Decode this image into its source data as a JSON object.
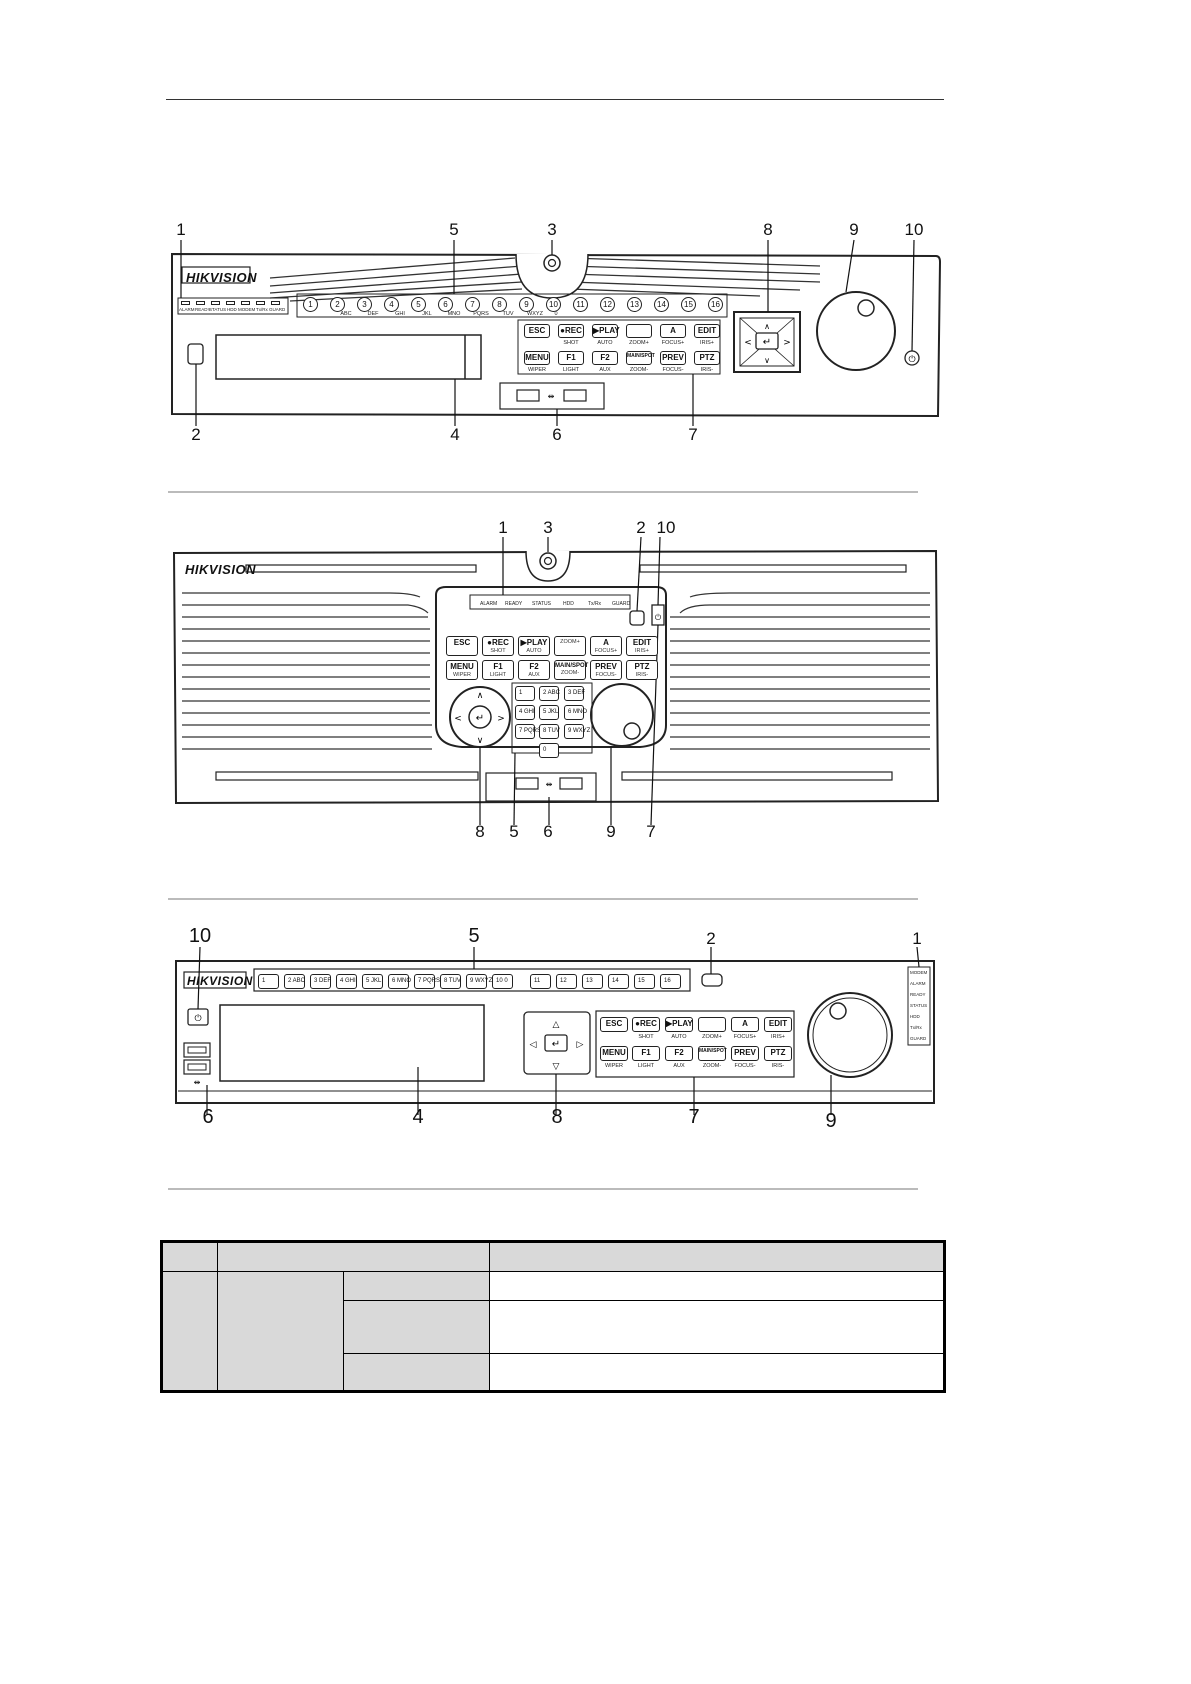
{
  "brand": "HIKVISION",
  "figure1": {
    "callouts": [
      "1",
      "5",
      "3",
      "8",
      "9",
      "10",
      "2",
      "4",
      "6",
      "7"
    ],
    "led_labels": [
      "ALARM",
      "READY",
      "STATUS",
      "HDD",
      "MODEM",
      "Tx/Rx",
      "GUARD"
    ],
    "channel_numbers": [
      "1",
      "2",
      "3",
      "4",
      "5",
      "6",
      "7",
      "8",
      "9",
      "10",
      "11",
      "12",
      "13",
      "14",
      "15",
      "16"
    ],
    "channel_sublabels": [
      "ABC",
      "DEF",
      "GHI",
      "JKL",
      "MNO",
      "PQRS",
      "TUV",
      "WXYZ",
      "0"
    ],
    "buttons_row1": [
      {
        "main": "ESC",
        "sub": ""
      },
      {
        "main": "●REC",
        "sub": "SHOT"
      },
      {
        "main": "▶PLAY",
        "sub": "AUTO"
      },
      {
        "main": "",
        "sub": "ZOOM+"
      },
      {
        "main": "A",
        "sub": "FOCUS+"
      },
      {
        "main": "EDIT",
        "sub": "IRIS+"
      }
    ],
    "buttons_row2": [
      {
        "main": "MENU",
        "sub": "WIPER"
      },
      {
        "main": "F1",
        "sub": "LIGHT"
      },
      {
        "main": "F2",
        "sub": "AUX"
      },
      {
        "main": "MAIN/SPOT",
        "sub": "ZOOM-"
      },
      {
        "main": "PREV",
        "sub": "FOCUS-"
      },
      {
        "main": "PTZ",
        "sub": "IRIS-"
      }
    ]
  },
  "figure2": {
    "callouts_top": [
      "1",
      "3",
      "2",
      "10"
    ],
    "callouts_bottom": [
      "8",
      "5",
      "6",
      "9",
      "7"
    ],
    "led_labels": [
      "ALARM",
      "READY",
      "STATUS",
      "HDD",
      "Tx/Rx",
      "GUARD"
    ],
    "buttons_row1": [
      {
        "main": "ESC",
        "sub": ""
      },
      {
        "main": "●REC",
        "sub": "SHOT"
      },
      {
        "main": "▶PLAY",
        "sub": "AUTO"
      },
      {
        "main": "",
        "sub": "ZOOM+"
      },
      {
        "main": "A",
        "sub": "FOCUS+"
      },
      {
        "main": "EDIT",
        "sub": "IRIS+"
      }
    ],
    "buttons_row2": [
      {
        "main": "MENU",
        "sub": "WIPER"
      },
      {
        "main": "F1",
        "sub": "LIGHT"
      },
      {
        "main": "F2",
        "sub": "AUX"
      },
      {
        "main": "MAIN/SPOT",
        "sub": "ZOOM-"
      },
      {
        "main": "PREV",
        "sub": "FOCUS-"
      },
      {
        "main": "PTZ",
        "sub": "IRIS-"
      }
    ],
    "keypad": [
      "1",
      "2 ABC",
      "3 DEF",
      "4 GHI",
      "5 JKL",
      "6 MNO",
      "7 PQRS",
      "8 TUV",
      "9 WXYZ",
      "0"
    ]
  },
  "figure3": {
    "callouts_top": [
      "10",
      "5",
      "2",
      "1"
    ],
    "callouts_bottom": [
      "6",
      "4",
      "8",
      "7",
      "9"
    ],
    "channel_keys": [
      "1",
      "2 ABC",
      "3 DEF",
      "4 GHI",
      "5 JKL",
      "6 MNO",
      "7 PQRS",
      "8 TUV",
      "9 WXYZ",
      "10 0",
      "11",
      "12",
      "13",
      "14",
      "15",
      "16"
    ],
    "led_labels": [
      "MODEM",
      "ALARM",
      "READY",
      "STATUS",
      "HDD",
      "Tx/Rx",
      "GUARD"
    ],
    "buttons_row1": [
      {
        "main": "ESC",
        "sub": ""
      },
      {
        "main": "●REC",
        "sub": "SHOT"
      },
      {
        "main": "▶PLAY",
        "sub": "AUTO"
      },
      {
        "main": "",
        "sub": "ZOOM+"
      },
      {
        "main": "A",
        "sub": "FOCUS+"
      },
      {
        "main": "EDIT",
        "sub": "IRIS+"
      }
    ],
    "buttons_row2": [
      {
        "main": "MENU",
        "sub": "WIPER"
      },
      {
        "main": "F1",
        "sub": "LIGHT"
      },
      {
        "main": "F2",
        "sub": "AUX"
      },
      {
        "main": "MAIN/SPOT",
        "sub": "ZOOM-"
      },
      {
        "main": "PREV",
        "sub": "FOCUS-"
      },
      {
        "main": "PTZ",
        "sub": "IRIS-"
      }
    ]
  }
}
